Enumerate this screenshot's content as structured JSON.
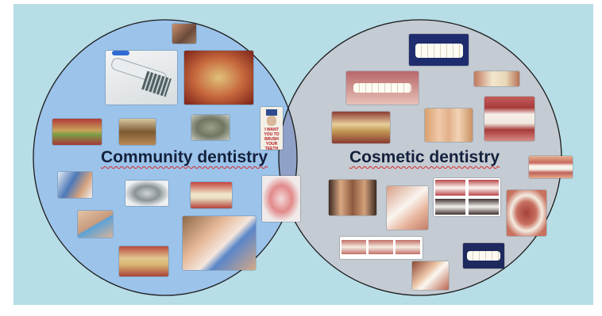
{
  "venn": {
    "left_label": "Community dentistry",
    "right_label": "Cosmetic dentistry",
    "colors": {
      "background": "#b7dde6",
      "left_circle": "#9cc3ea",
      "right_circle": "#c4cbd3",
      "overlap": "#8fa1c6",
      "outline": "#1a1a1a"
    },
    "poster_text": "I WANT YOU TO BRUSH YOUR TEETH"
  }
}
